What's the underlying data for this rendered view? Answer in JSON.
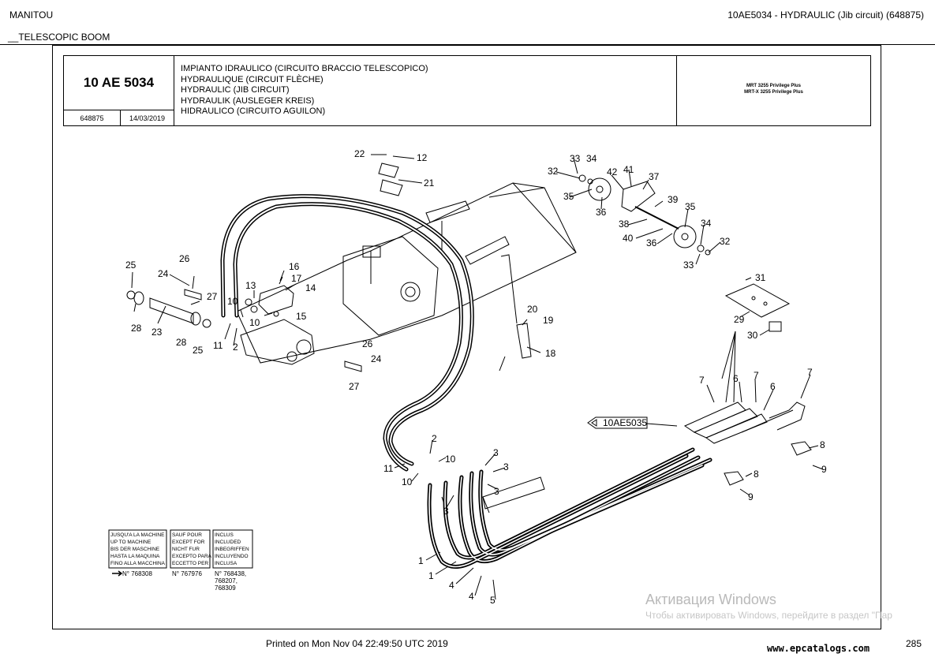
{
  "header": {
    "brand": "MANITOU",
    "section": "__TELESCOPIC BOOM",
    "title": "10AE5034 - HYDRAULIC (Jib circuit) (648875)"
  },
  "title_block": {
    "code": "10 AE 5034",
    "ref": "648875",
    "date": "14/03/2019",
    "descriptions": [
      "IMPIANTO IDRAULICO (CIRCUITO BRACCIO TELESCOPICO)",
      "HYDRAULIQUE (CIRCUIT FLÈCHE)",
      "HYDRAULIC (JIB CIRCUIT)",
      "HYDRAULIK (AUSLEGER KREIS)",
      "HIDRAULICO (CIRCUITO AGUILON)"
    ],
    "models": [
      "MRT 3255 Privilege Plus",
      "MRT-X 3255 Privilege Plus"
    ]
  },
  "reference_box": {
    "label": "10AE5035"
  },
  "legend": {
    "columns": [
      [
        "JUSQU'A LA MACHINE",
        "UP TO MACHINE",
        "BIS DER MASCHINE",
        "HASTA LA MAQUINA",
        "FINO ALLA MACCHINA"
      ],
      [
        "SAUF POUR",
        "EXCEPT FOR",
        "NICHT FUR",
        "EXCEPTO PARA",
        "ECCETTO PER"
      ],
      [
        "INCLUS",
        "INCLUDED",
        "INBEGRIFFEN",
        "INCLUYENDO",
        "INCLUSA"
      ]
    ],
    "serials": [
      "N° 768308",
      "N° 767976",
      "N° 768438,",
      "768207,",
      "768309"
    ]
  },
  "part_labels": {
    "p1": "1",
    "p2": "2",
    "p3": "3",
    "p4": "4",
    "p5": "5",
    "p6": "6",
    "p7": "7",
    "p8": "8",
    "p9": "9",
    "p10": "10",
    "p11": "11",
    "p12": "12",
    "p13": "13",
    "p14": "14",
    "p15": "15",
    "p16": "16",
    "p17": "17",
    "p18": "18",
    "p19": "19",
    "p20": "20",
    "p21": "21",
    "p22": "22",
    "p23": "23",
    "p24": "24",
    "p25": "25",
    "p26": "26",
    "p27": "27",
    "p28": "28",
    "p29": "29",
    "p30": "30",
    "p31": "31",
    "p32": "32",
    "p33": "33",
    "p34": "34",
    "p35": "35",
    "p36": "36",
    "p37": "37",
    "p38": "38",
    "p39": "39",
    "p40": "40",
    "p41": "41",
    "p42": "42"
  },
  "footer": {
    "printed": "Printed on  Mon Nov 04 22:49:50 UTC 2019",
    "site": "www.epcatalogs.com",
    "page": "285"
  },
  "watermark": {
    "line1": "Активация Windows",
    "line2": "Чтобы активировать Windows, перейдите в раздел \"Пар"
  }
}
